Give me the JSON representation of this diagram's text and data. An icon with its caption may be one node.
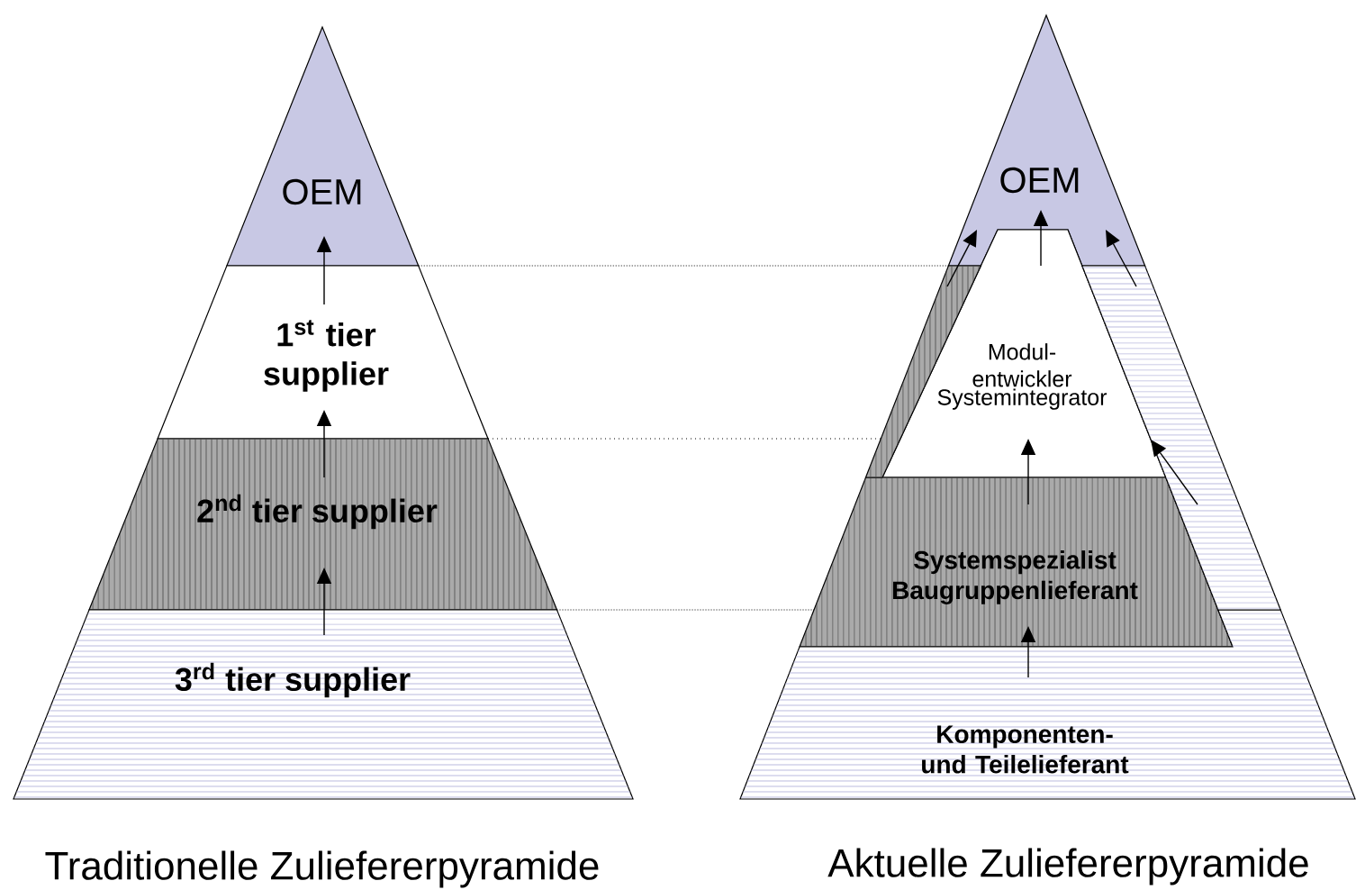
{
  "diagram": {
    "nodes": [
      {
        "text": [
          "OEM"
        ]
      },
      {
        "text": [
          "1$^{st}$ tier supplier"
        ]
      },
      {
        "text": [
          "2$^{nd}$ tier supplier"
        ]
      },
      {
        "text": [
          "3$^{rd}$ tier supplier"
        ]
      },
      {
        "text": [
          "OEM"
        ]
      },
      {
        "text": [
          "Modul- entwickler",
          "Systemintegrator"
        ]
      },
      {
        "text": [
          "Systemspezialist Baugruppenlieferant"
        ]
      },
      {
        "text": [
          "Komponenten- und Teilelieferant"
        ]
      },
      {
        "text": [],
        "shape": "band"
      },
      {
        "text": [],
        "shape": "band"
      }
    ],
    "edges": [
      {
        "from": 3,
        "to": 2,
        "arrow": "to"
      },
      {
        "from": 2,
        "to": 1,
        "arrow": "to"
      },
      {
        "from": 1,
        "to": 0,
        "arrow": "to"
      },
      {
        "from": 7,
        "to": 6,
        "arrow": "to"
      },
      {
        "from": 6,
        "to": 5,
        "arrow": "to"
      },
      {
        "from": 5,
        "to": 4,
        "arrow": "to"
      },
      {
        "from": 8,
        "to": 4,
        "arrow": "to"
      },
      {
        "from": 9,
        "to": 4,
        "arrow": "to"
      },
      {
        "from": 9,
        "to": 5,
        "arrow": "to"
      }
    ],
    "labels": [
      "Traditionelle Zuliefererpyramide",
      "Aktuelle Zuliefererpyramide"
    ]
  }
}
